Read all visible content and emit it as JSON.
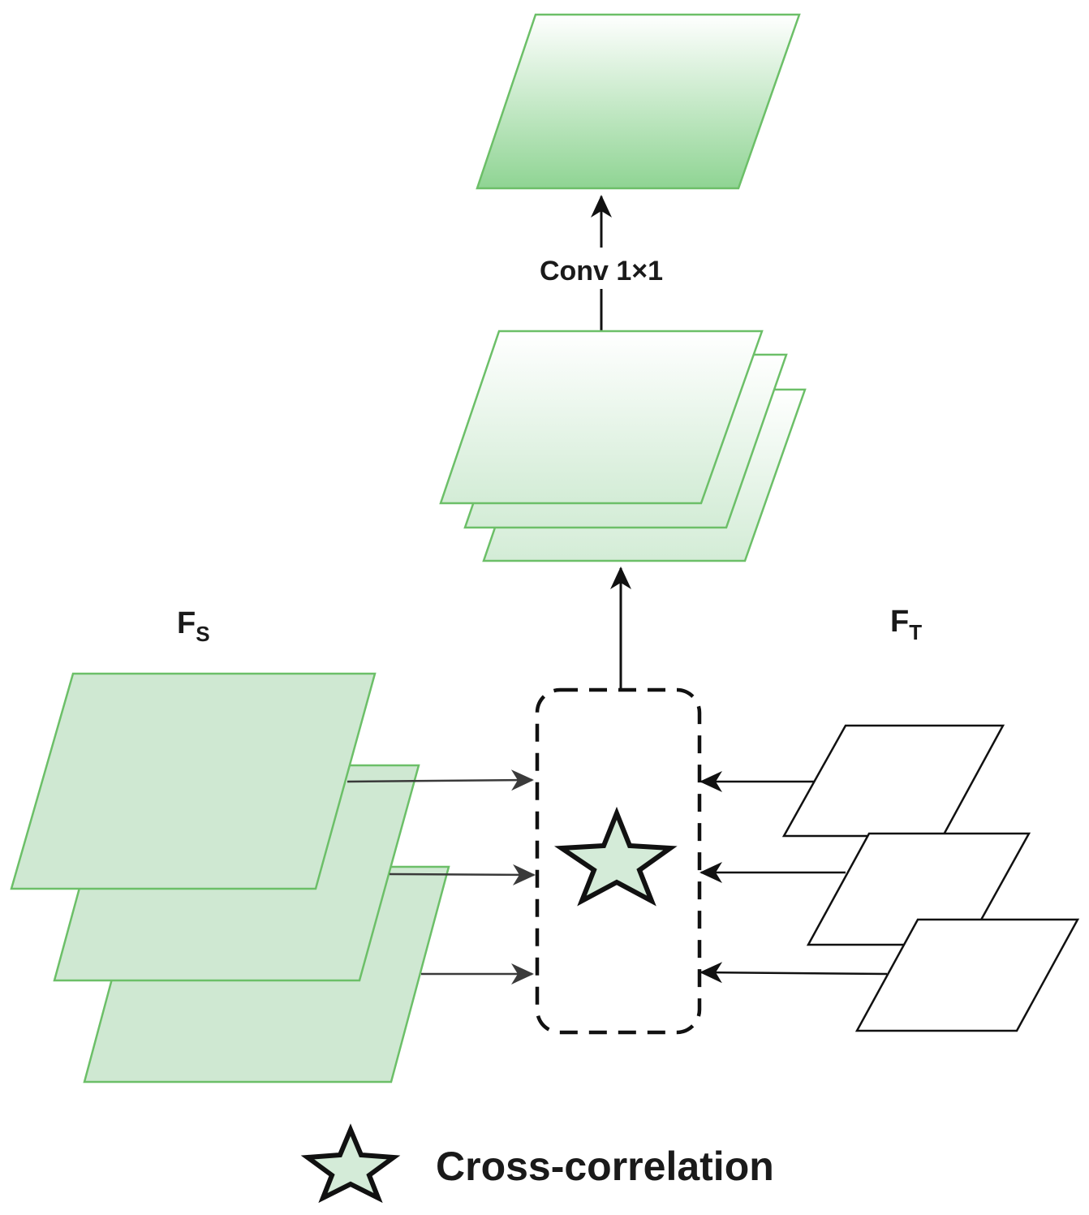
{
  "labels": {
    "conv": "Conv 1×1",
    "fs_main": "F",
    "fs_sub": "S",
    "ft_main": "F",
    "ft_sub": "T",
    "legend": "Cross-correlation"
  },
  "colors": {
    "green_stroke": "#6cbf68",
    "green_fill": "#cfe8d2",
    "green_dark": "#8fd493",
    "star_fill": "#d4ebd8",
    "black": "#111111",
    "arrow_gray": "#3a3a3a"
  },
  "icons": {
    "operator": "star-icon",
    "legend": "star-icon"
  }
}
